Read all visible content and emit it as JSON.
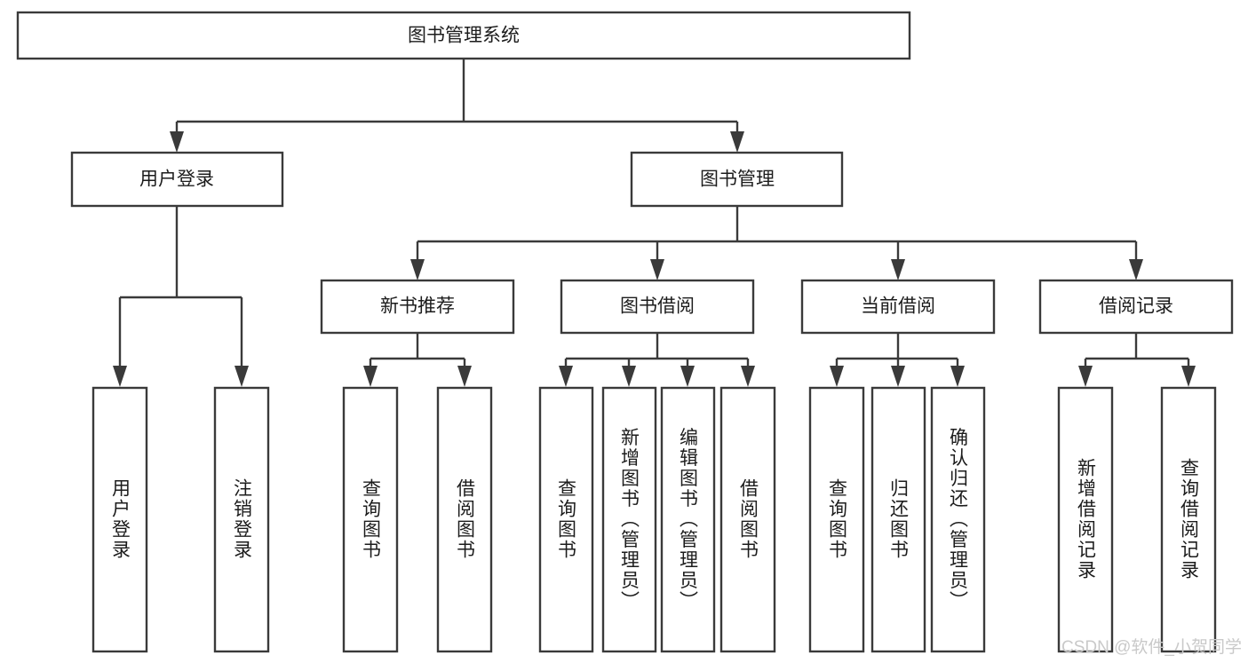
{
  "diagram": {
    "type": "tree-hierarchy",
    "title": "图书管理系统",
    "root": {
      "id": "root",
      "label": "图书管理系统",
      "level": 0
    },
    "level2": [
      {
        "id": "user-login",
        "label": "用户登录"
      },
      {
        "id": "book-management",
        "label": "图书管理"
      }
    ],
    "level3": [
      {
        "id": "new-book-recommend",
        "label": "新书推荐",
        "parent": "book-management"
      },
      {
        "id": "book-borrow",
        "label": "图书借阅",
        "parent": "book-management"
      },
      {
        "id": "current-borrow",
        "label": "当前借阅",
        "parent": "book-management"
      },
      {
        "id": "borrow-record",
        "label": "借阅记录",
        "parent": "book-management"
      }
    ],
    "leaves": {
      "user-login": [
        {
          "id": "leaf-user-login",
          "label": "用户登录"
        },
        {
          "id": "leaf-logout-login",
          "label": "注销登录"
        }
      ],
      "new-book-recommend": [
        {
          "id": "leaf-query-book-1",
          "label": "查询图书"
        },
        {
          "id": "leaf-borrow-book-1",
          "label": "借阅图书"
        }
      ],
      "book-borrow": [
        {
          "id": "leaf-query-book-2",
          "label": "查询图书"
        },
        {
          "id": "leaf-add-book",
          "label": "新增图书（管理员）"
        },
        {
          "id": "leaf-edit-book",
          "label": "编辑图书（管理员）"
        },
        {
          "id": "leaf-borrow-book-2",
          "label": "借阅图书"
        }
      ],
      "current-borrow": [
        {
          "id": "leaf-query-book-3",
          "label": "查询图书"
        },
        {
          "id": "leaf-return-book",
          "label": "归还图书"
        },
        {
          "id": "leaf-confirm-return",
          "label": "确认归还（管理员）"
        }
      ],
      "borrow-record": [
        {
          "id": "leaf-add-record",
          "label": "新增借阅记录"
        },
        {
          "id": "leaf-query-record",
          "label": "查询借阅记录"
        }
      ]
    },
    "colors": {
      "box_stroke": "#3a3a3a",
      "box_fill": "#ffffff",
      "connector": "#3a3a3a",
      "text": "#1c1c1c",
      "watermark": "#c9c9c9",
      "background": "#ffffff"
    }
  },
  "watermark": {
    "text": "CSDN @软件_小贺同学"
  }
}
